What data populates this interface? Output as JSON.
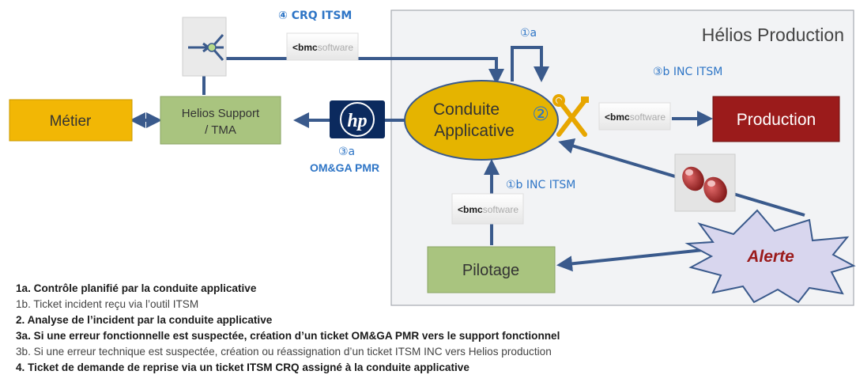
{
  "region": {
    "title": "Hélios Production"
  },
  "nodes": {
    "metier": "Métier",
    "support_line1": "Helios Support",
    "support_line2": "/ TMA",
    "conduite_line1": "Conduite",
    "conduite_line2": "Applicative",
    "production": "Production",
    "pilotage": "Pilotage",
    "alerte": "Alerte",
    "step2_marker": "②"
  },
  "flows": {
    "crq": "④ CRQ ITSM",
    "self_loop": "①a",
    "inc_to_production": "③b INC ITSM",
    "hp_marker": "③a",
    "hp_label": "OM&GA PMR",
    "inc_from_pilotage": "①b INC ITSM"
  },
  "logos": {
    "bmc_chevron": "<",
    "bmc_bold": "bmc",
    "bmc_light": "software",
    "hp": "hp"
  },
  "legend": [
    {
      "text": "1a. Contrôle planifié par la conduite applicative",
      "style": "bold"
    },
    {
      "text": "1b. Ticket incident reçu via l’outil ITSM",
      "style": "light"
    },
    {
      "text": "2.   Analyse de l’incident par la conduite applicative",
      "style": "bold"
    },
    {
      "text": "3a. Si une erreur fonctionnelle est suspectée, création d’un ticket OM&GA PMR vers le support fonctionnel",
      "style": "bold"
    },
    {
      "text": "3b. Si une erreur technique est suspectée, création ou réassignation d’un ticket ITSM INC vers Helios production",
      "style": "light"
    },
    {
      "text": "4.   Ticket de demande de reprise via un ticket ITSM CRQ assigné à la conduite applicative",
      "style": "bold"
    }
  ],
  "colors": {
    "arrow": "#3a5a8c",
    "flow_label": "#2e75c6",
    "metier_fill": "#f2b705",
    "support_fill": "#a9c47f",
    "conduite_fill": "#e5b400",
    "production_fill": "#9b1b1b",
    "region_fill": "#f2f3f5"
  }
}
